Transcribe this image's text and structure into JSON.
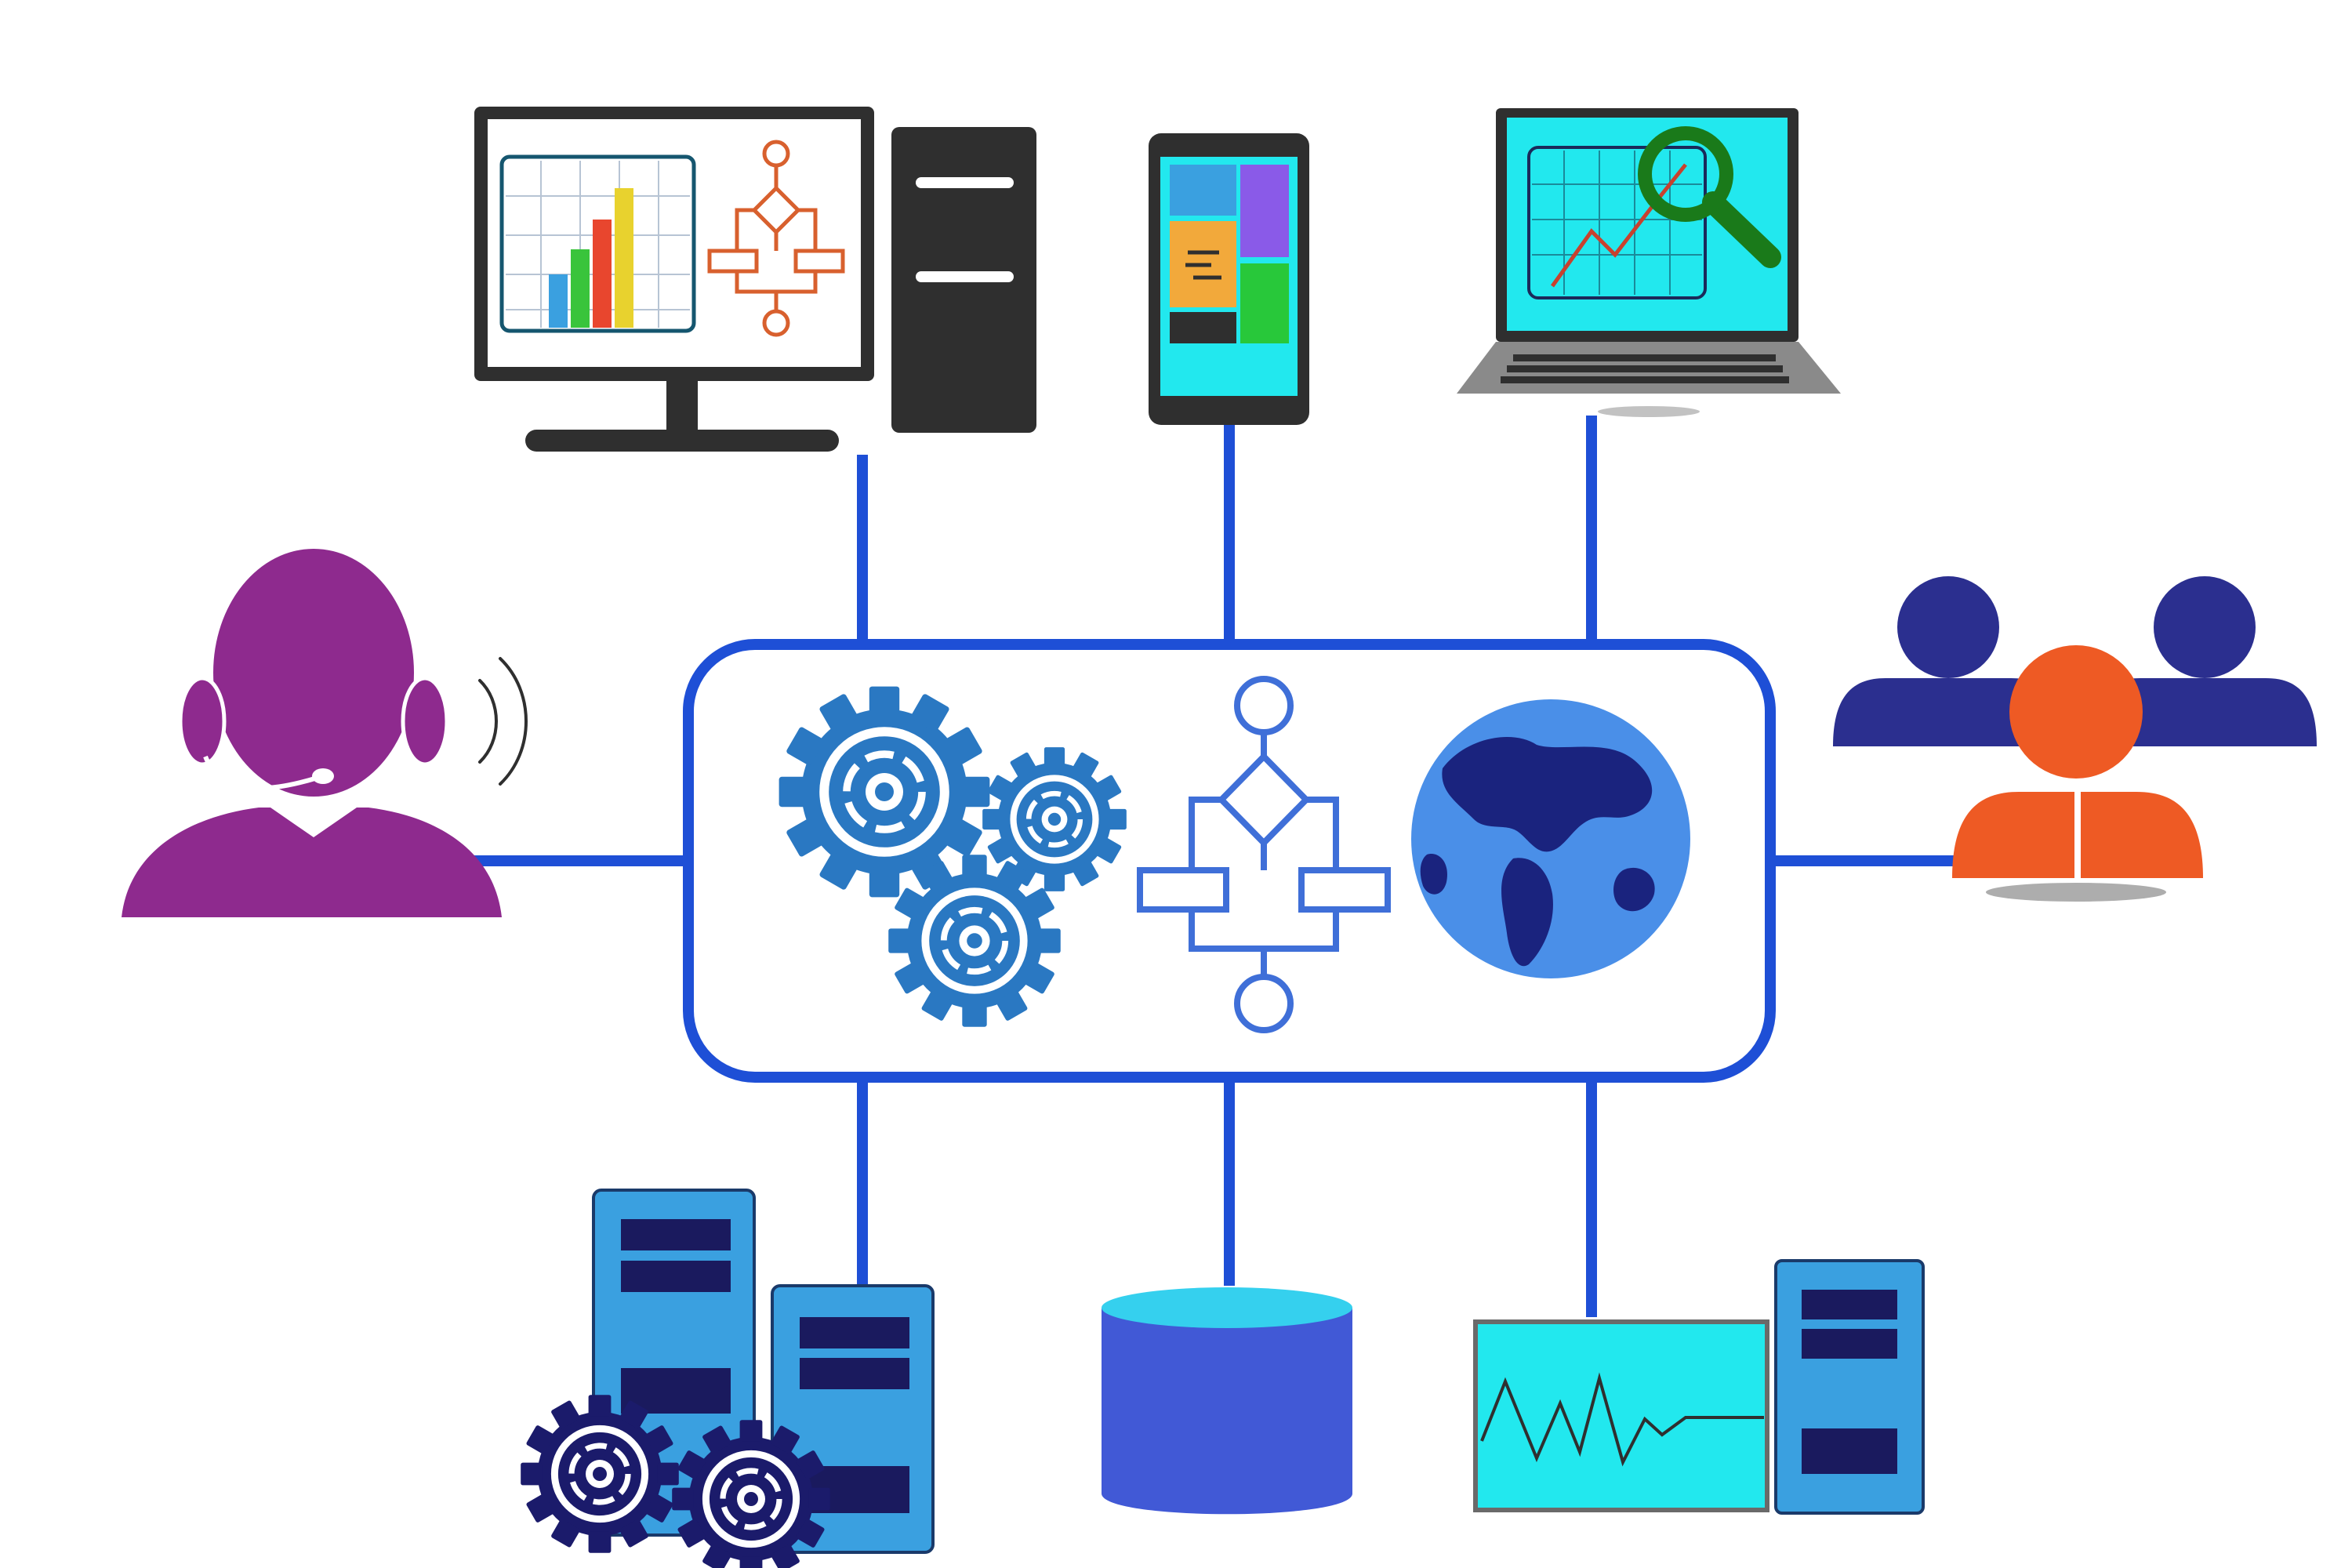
{
  "diagram": {
    "nodes": [
      {
        "id": "central-hub",
        "icons": [
          "gears-icon",
          "flowchart-icon",
          "globe-icon"
        ]
      },
      {
        "id": "desktop-computer",
        "icons": [
          "monitor-icon",
          "bar-chart-icon",
          "flowchart-icon",
          "tower-pc-icon"
        ]
      },
      {
        "id": "smartphone",
        "icons": [
          "smartphone-icon",
          "app-tiles-icon"
        ]
      },
      {
        "id": "laptop",
        "icons": [
          "laptop-icon",
          "line-chart-icon",
          "magnifier-icon"
        ]
      },
      {
        "id": "support-agent",
        "icons": [
          "headset-user-icon",
          "sound-waves-icon"
        ]
      },
      {
        "id": "user-group",
        "icons": [
          "users-group-icon"
        ]
      },
      {
        "id": "server-cluster",
        "icons": [
          "server-icon",
          "gears-icon"
        ]
      },
      {
        "id": "database",
        "icons": [
          "database-cylinder-icon"
        ]
      },
      {
        "id": "monitoring-station",
        "icons": [
          "waveform-monitor-icon",
          "server-icon"
        ]
      }
    ],
    "edges": [
      {
        "from": "desktop-computer",
        "to": "central-hub"
      },
      {
        "from": "smartphone",
        "to": "central-hub"
      },
      {
        "from": "laptop",
        "to": "central-hub"
      },
      {
        "from": "support-agent",
        "to": "central-hub"
      },
      {
        "from": "user-group",
        "to": "central-hub"
      },
      {
        "from": "server-cluster",
        "to": "central-hub"
      },
      {
        "from": "database",
        "to": "central-hub"
      },
      {
        "from": "monitoring-station",
        "to": "central-hub"
      }
    ],
    "colors": {
      "connector": "#1E4FD6",
      "gears": "#2A78C2",
      "flowchart": "#3F6FD8",
      "globe_ocean": "#4A8FE8",
      "globe_land": "#1A237E",
      "agent": "#8E2A8E",
      "group_outer": "#2B2F8F",
      "group_center": "#EE5A24",
      "server": "#3AA0E0",
      "server_slot": "#1A1A5E",
      "database": "#4159D6",
      "screen_cyan": "#22E8EE",
      "device_dark": "#2F2F2F",
      "dark_gears": "#1B1B6B"
    }
  }
}
